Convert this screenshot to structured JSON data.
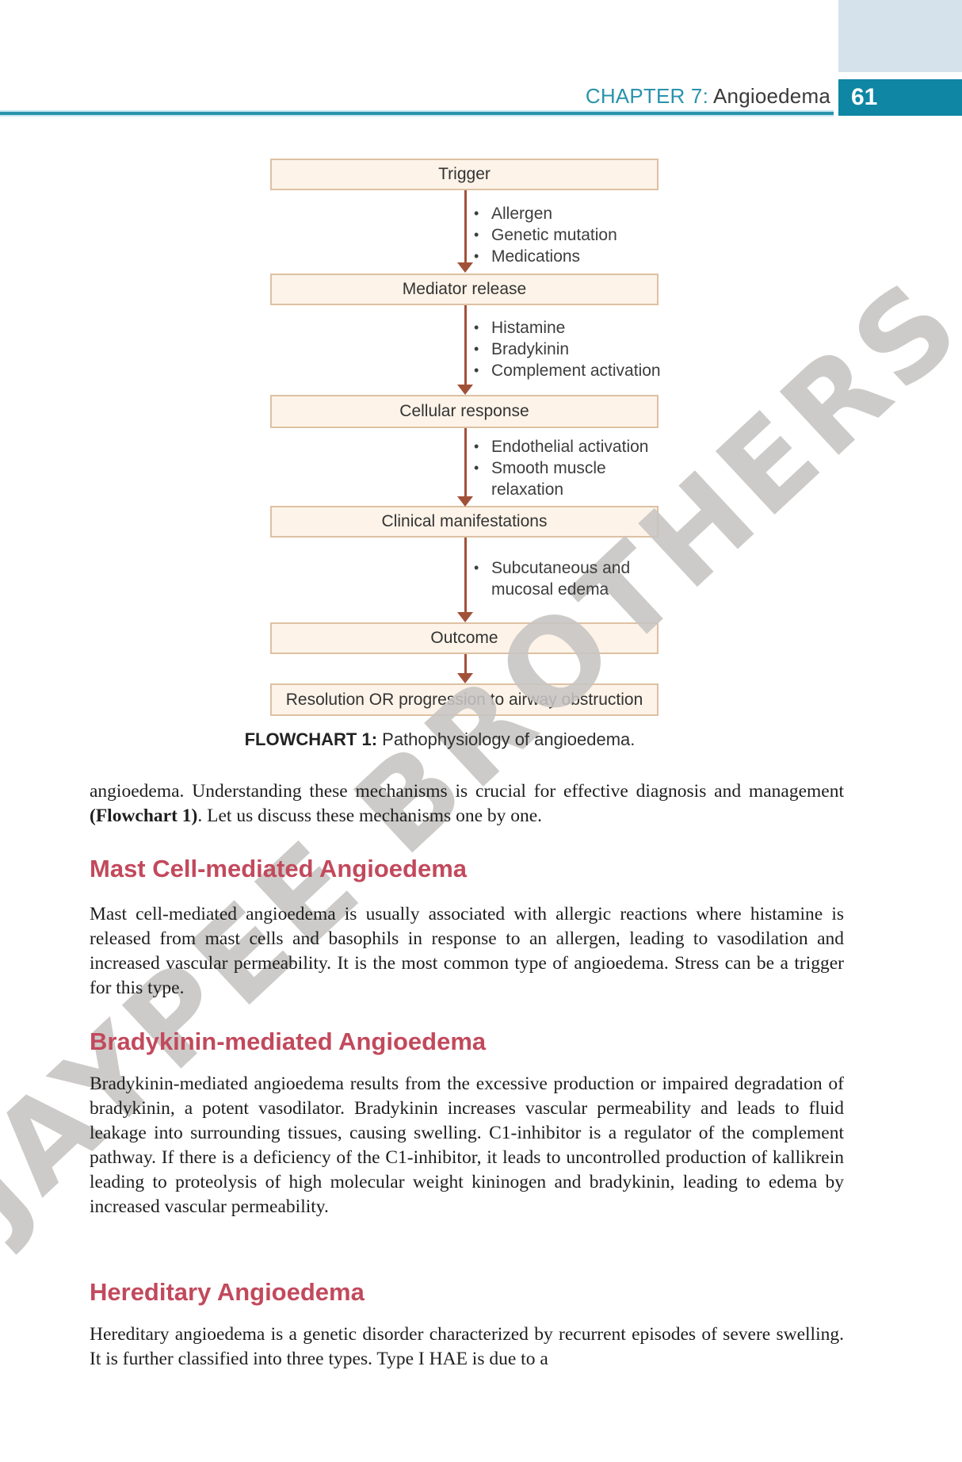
{
  "header": {
    "chapter_label": "CHAPTER 7:",
    "chapter_title": " Angioedema",
    "page_number": "61"
  },
  "watermark": "JAYPEE BROTHERS",
  "flowchart": {
    "caption_label": "FLOWCHART 1:",
    "caption_text": " Pathophysiology of angioedema.",
    "steps": [
      {
        "box": "Trigger",
        "bullets": [
          "Allergen",
          "Genetic mutation",
          "Medications"
        ]
      },
      {
        "box": "Mediator release",
        "bullets": [
          "Histamine",
          "Bradykinin",
          "Complement activation"
        ]
      },
      {
        "box": "Cellular response",
        "bullets": [
          "Endothelial activation",
          "Smooth muscle relaxation"
        ]
      },
      {
        "box": "Clinical manifestations",
        "bullets": [
          "Subcutaneous and mucosal edema"
        ]
      },
      {
        "box": "Outcome",
        "bullets": []
      },
      {
        "box": "Resolution OR progression to airway obstruction",
        "bullets": []
      }
    ]
  },
  "content": {
    "intro": {
      "pre": "angioedema. Understanding these mechanisms is crucial for effective diagnosis and management ",
      "bold": "(Flowchart 1)",
      "post": ". Let us discuss these mechanisms one by one."
    },
    "sections": [
      {
        "heading": "Mast Cell-mediated Angioedema",
        "paragraph": "Mast cell-mediated angioedema is usually associated with allergic reactions where histamine is released from mast cells and basophils in response to an allergen, leading to vasodilation and increased vascular permeability. It is the most common type of angioedema. Stress can be a trigger for this type."
      },
      {
        "heading": "Bradykinin-mediated Angioedema",
        "paragraph": "Bradykinin-mediated angioedema results from the excessive production or impaired degradation of bradykinin, a potent vasodilator. Bradykinin increases vascular permeability and leads to fluid leakage into surrounding tissues, causing swelling. C1-inhibitor is a regulator of the complement pathway. If there is a deficiency of the C1-inhibitor, it leads to uncontrolled production of kallikrein leading to proteolysis of high molecular weight kininogen and bradykinin, leading to edema by increased vascular permeability."
      },
      {
        "heading": "Hereditary Angioedema",
        "paragraph": "Hereditary angioedema is a genetic disorder characterized by recurrent episodes of severe swelling. It is further classified into three types. Type I HAE is due to a"
      }
    ]
  },
  "colors": {
    "teal": "#0f86a3",
    "teal_text": "#2a93ac",
    "light_blue": "#d5e2eb",
    "heading_red": "#c2495c",
    "box_fill": "#fdf3e8",
    "box_border": "#ddc1a3",
    "arrow": "#a25139",
    "watermark_gray": "#c6c4c2"
  }
}
